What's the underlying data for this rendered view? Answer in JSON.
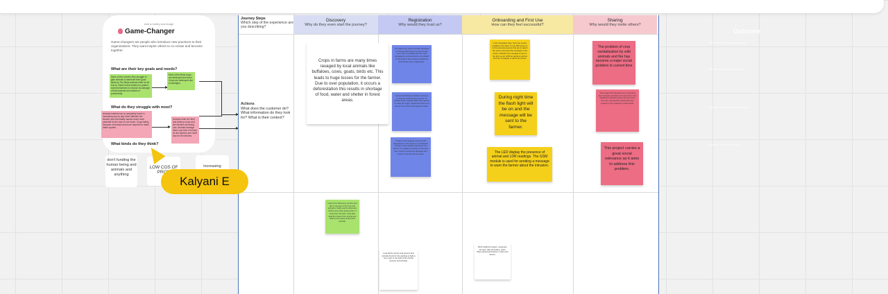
{
  "persona": {
    "eyebrow": "Add a hobby and image",
    "title": "Game-Changer",
    "description": "Game-changers are people who introduce new practices to their organizations. They want inspire others to co-create and become together.",
    "q_goals": "What are their key goals and needs?",
    "q_struggle": "What do they struggle with most?",
    "q_think": "What kinds do they think?",
    "notes": {
      "goal": "Most of farm owners they struggle to gain animals to distribute their good fields by The fields animals enter be far but ok. Need to find solution to protect solid themselves to enclose by damage of field animals and natives to productivity.",
      "goal_result": "Most of the fields crops are destroyed and seen. Crops are destroyed due to damages.",
      "struggle": "Animals interference is completely found in increasing day by day which affected the farmers and eventually causes much more potential for the loss on our lands. Crops failing because of animals and more required to make better system.",
      "struggle_result": "Animals enter the field and destroy crops and the farmers are facing loss. Animals damage there crop loss of money for the farmers and more loss for the farmers."
    },
    "cards": [
      "don't funding the human being and animals and anything",
      "LOW COS OF PROD",
      "increasing"
    ]
  },
  "cursor": {
    "user_name": "Kalyani E"
  },
  "board": {
    "row_header": {
      "title": "Journey Steps",
      "subtitle": "Which step of the experience are you describing?"
    },
    "columns": [
      {
        "title": "Discovery",
        "subtitle": "Why do they even start the journey?",
        "color": "#d9ddf3"
      },
      {
        "title": "Registration",
        "subtitle": "Why would they trust us?",
        "color": "#c3c9f2"
      },
      {
        "title": "Onboarding and First Use",
        "subtitle": "How can they feel successful?",
        "color": "#f7e8a2"
      },
      {
        "title": "Sharing",
        "subtitle": "Why would they invite others?",
        "color": "#f6c9cf"
      }
    ],
    "actions": {
      "title": "Actions",
      "text": "What does the customer do? What information do they look for? What is their context?"
    },
    "discovery_note": "Crops in farms are many times ravaged by local animals like buffaloes, cows, goats, birds etc. This leads to huge losses for the farmer. Due to over population, it occurs a deforestation this results in shortage of food, water and shelter in forest areas.",
    "registration_notes": [
      "The places are where animals damaged or entered with farmers of are at huge loss in the crop fields and the crops damaged by animal activity in the fields to the farmers and reduces production and causes loss to agriculture.",
      "Animal Identification whether animal is coming by detecting from sensor. To develop there reading which were sensor to make the trigger signal and action to a farmer from sensor and signal to fields.",
      "To alarm and integrate cameras with dependence of the sensor, it is detected, receive to sent signal response to the farmer in a regular procedure to the area thus motion to avoid the damages and protect it from the farming area."
    ],
    "onboarding_notes": [
      "In the integrated case, there are sensor installed in the field. To use PIR sensor is for the animal presence that are to detect the sensor and send the message to the farmer. Whether the message is sent to the farm as an GSM as signal as well as sent the messages or alerts the farmer.",
      "During night time the flash light will be on and the message will be sent to the farmer.",
      "The LED display the presence of animal and LDR readings. The GSM module is used for sending a message to warn the farmer about the intrusion."
    ],
    "sharing_notes": [
      "The problem of crop vandalization by wild animals and fire has become a major social problem in current time",
      "This project will help farmers in protecting their orchards and fields and save them from significant financial losses and save them from the unproductive efforts that they endure for the protection of their fields.",
      "This project carries a great social relevance as it aims to address this problem."
    ],
    "bottom_notes": {
      "green": "Users from Discovery up they and dim in the loss of the crop and animals in fields and its discovery which some their animal enter in crops from the farm. Area also data the losses from animal and fields to the areas of land and animals.",
      "white_left": "Look all the sensor and prevent and animals found for the wanting to fight a few crops to the field of the animal sensors and animals.",
      "white_right": "We'll install the system, expenses, set type, date and place, same. Place animal and farmer in their own device."
    }
  },
  "right_panel": {
    "title": "Outcome",
    "lines": [
      "Lorem, tell more about the journey",
      "What are they goals as a reason",
      "What are they thought of a message",
      "What can they learn this way"
    ]
  }
}
